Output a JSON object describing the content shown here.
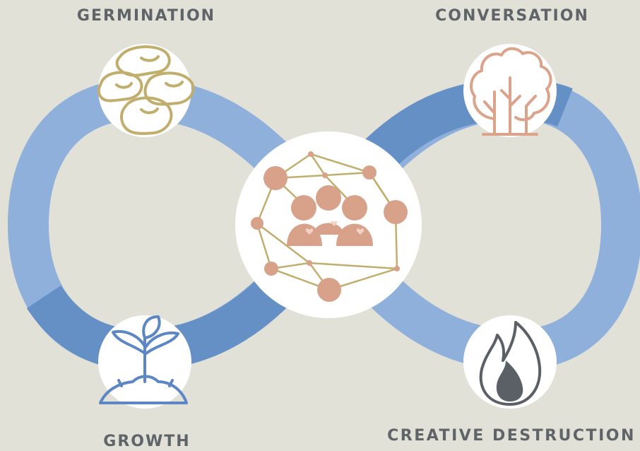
{
  "stages": {
    "germination": "GERMINATION",
    "conversation": "CONVERSATION",
    "growth": "GROWTH",
    "destruction": "CREATIVE  DESTRUCTION"
  },
  "colors": {
    "background": "#e2e1d8",
    "loop_light": "#8fb0db",
    "loop_dark": "#6590c6",
    "node_fill": "#ffffff",
    "label_text": "#5e6468",
    "seeds_icon": "#c1ae6d",
    "tree_icon": "#dba389",
    "sprout_icon": "#5d86c4",
    "flame_icon": "#5a6066",
    "network_lines": "#c1ae6d",
    "network_nodes": "#d8a18a"
  },
  "icons": {
    "germination": "bean-seeds-icon",
    "conversation": "tree-icon",
    "growth": "sprout-icon",
    "destruction": "flame-icon",
    "center": "community-network-icon"
  }
}
